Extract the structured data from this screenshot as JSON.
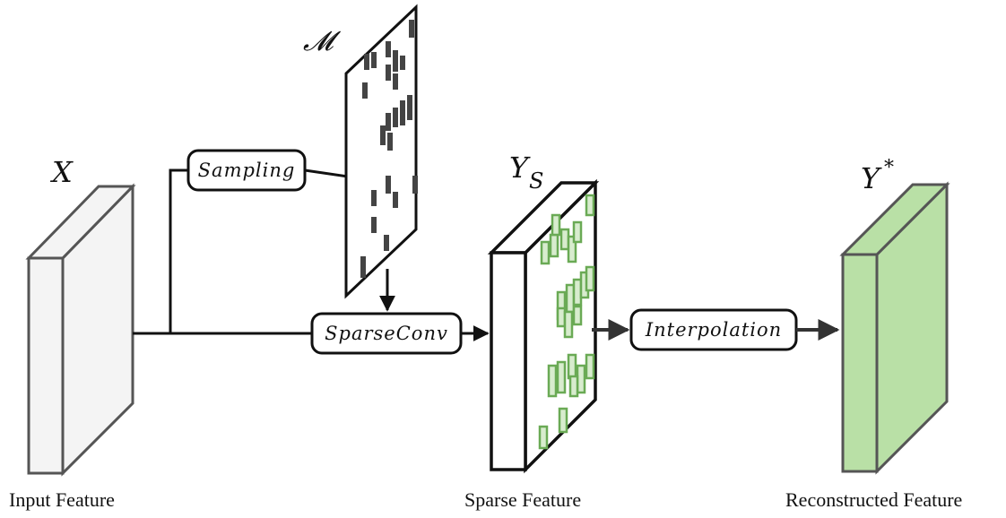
{
  "symbols": {
    "x": "X",
    "mask": "𝓜",
    "ys_main": "Y",
    "ys_sub": "S",
    "ystar_main": "Y",
    "ystar_sup": "*"
  },
  "operations": {
    "sampling": "Sampling",
    "sparse_conv": "SparseConv",
    "interpolation": "Interpolation"
  },
  "captions": {
    "input": "Input Feature",
    "sparse": "Sparse Feature",
    "reconstructed": "Reconstructed Feature"
  },
  "colors": {
    "input_fill": "#f2f2f2",
    "input_stroke": "#555555",
    "sparse_mark": "#6aaa55",
    "sparse_mark_fill": "#cfe6c2",
    "recon_fill": "#b9e0a6",
    "recon_stroke": "#555555",
    "mask_block": "#444444"
  }
}
